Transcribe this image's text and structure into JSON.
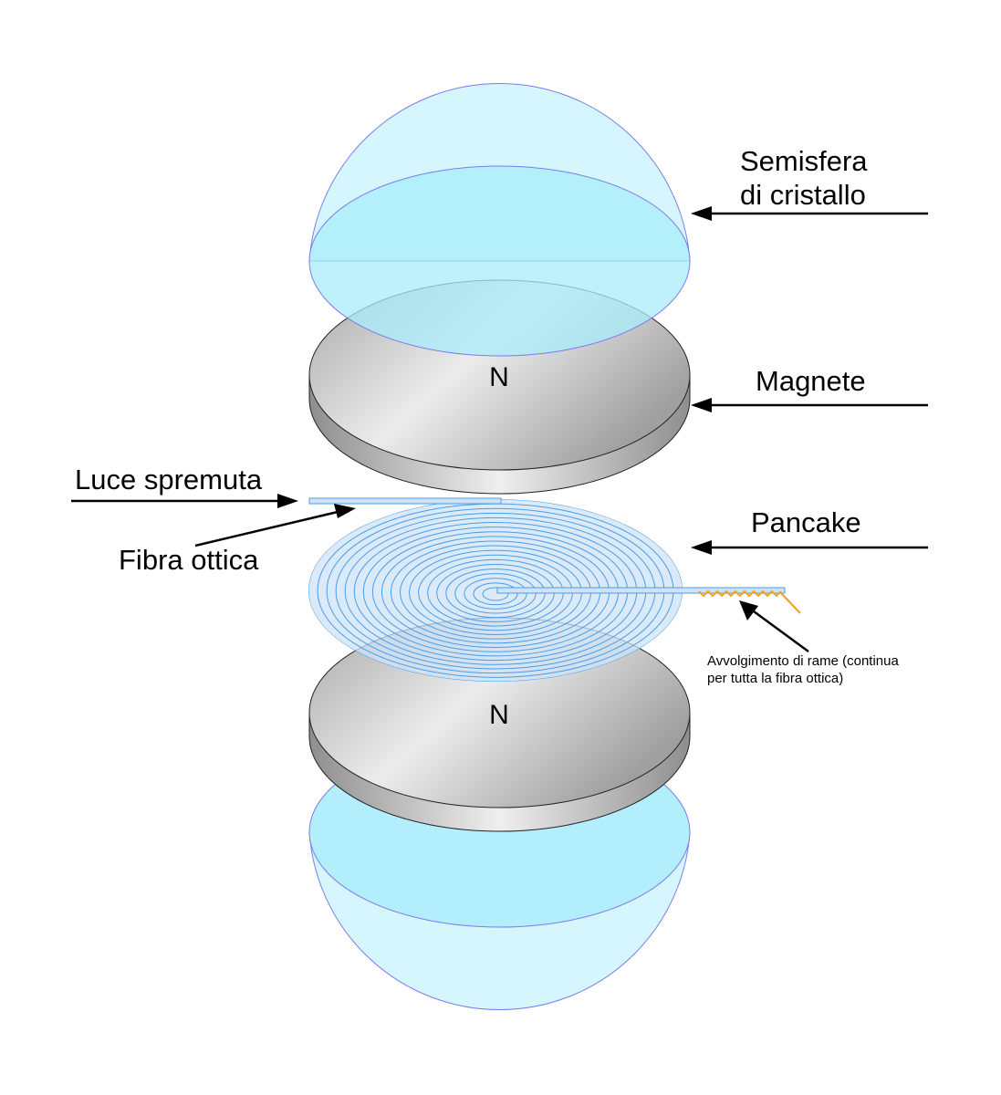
{
  "labels": {
    "hemisphere": [
      "Semisfera",
      "di cristallo"
    ],
    "magnet": "Magnete",
    "pancake": "Pancake",
    "squeezed_light": "Luce spremuta",
    "optical_fiber": "Fibra ottica",
    "copper_winding": [
      "Avvolgimento di rame (continua",
      "per tutta la fibra ottica)"
    ],
    "top_pole": "N",
    "bottom_pole": "N"
  },
  "colors": {
    "crystal_light": "#d6f6fd",
    "crystal_rim": "#b3eefc",
    "crystal_stroke": "#7b7bf0",
    "fiber_fill": "#cfe3f7",
    "fiber_stroke": "#4a9ce8",
    "copper": "#f5a020",
    "magnet_light": "#eeeeee",
    "magnet_dark": "#9e9e9e",
    "arrow": "#000000"
  },
  "pancake": {
    "turns": 20
  }
}
